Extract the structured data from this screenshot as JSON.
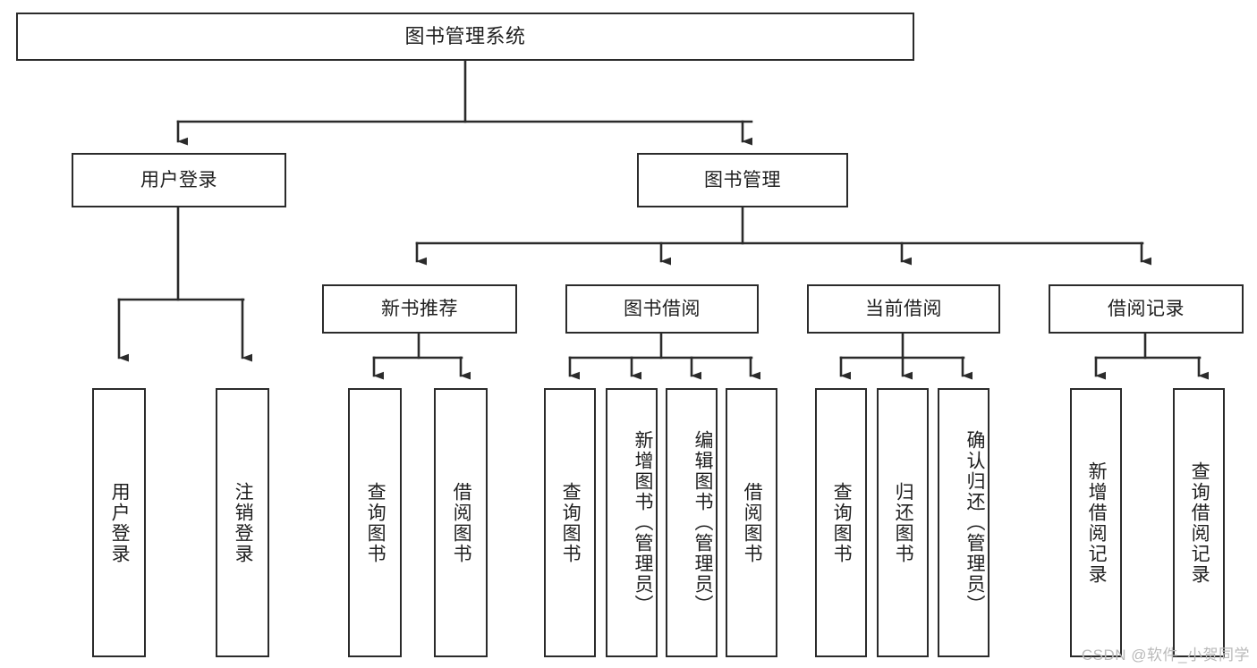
{
  "diagram": {
    "title": "图书管理系统",
    "type": "tree-hierarchy-diagram",
    "watermark": "CSDN @软件_小贺同学",
    "colors": {
      "stroke": "#2b2b2b",
      "fill": "#ffffff",
      "text": "#1f1f1f",
      "watermark": "#b9b9b9"
    },
    "root": {
      "label": "图书管理系统"
    },
    "level2": [
      {
        "label": "用户登录"
      },
      {
        "label": "图书管理"
      }
    ],
    "level3": [
      {
        "label": "新书推荐"
      },
      {
        "label": "图书借阅"
      },
      {
        "label": "当前借阅"
      },
      {
        "label": "借阅记录"
      }
    ],
    "leaves": {
      "user_login": [
        {
          "label": "用户登录"
        },
        {
          "label": "注销登录"
        }
      ],
      "new_book_recommend": [
        {
          "label": "查询图书"
        },
        {
          "label": "借阅图书"
        }
      ],
      "book_borrow": [
        {
          "label": "查询图书"
        },
        {
          "label": "新增图书（管理员）"
        },
        {
          "label": "编辑图书（管理员）"
        },
        {
          "label": "借阅图书"
        }
      ],
      "current_borrow": [
        {
          "label": "查询图书"
        },
        {
          "label": "归还图书"
        },
        {
          "label": "确认归还（管理员）"
        }
      ],
      "borrow_record": [
        {
          "label": "新增借阅记录"
        },
        {
          "label": "查询借阅记录"
        }
      ]
    }
  }
}
